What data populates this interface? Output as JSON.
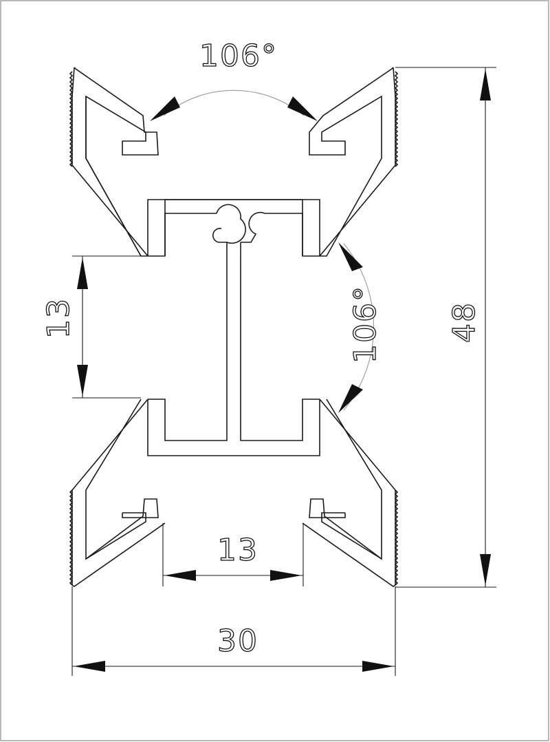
{
  "drawing": {
    "title": "",
    "dimensions": {
      "top_angle": "106°",
      "side_angle": "106°",
      "inner_height": "13",
      "overall_height": "48",
      "inner_width": "13",
      "overall_width": "30"
    },
    "colors": {
      "line": "#1a1a1a",
      "arc": "#9a9a9a",
      "frame": "#8a8a8a",
      "background": "#ffffff"
    }
  }
}
